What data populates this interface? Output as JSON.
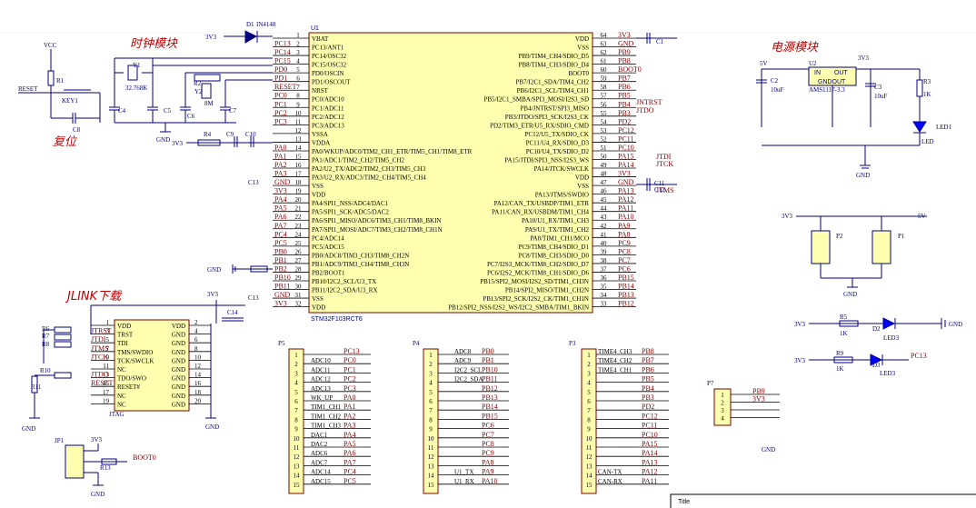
{
  "sections": {
    "clock": "时钟模块",
    "power": "电源模块",
    "reset": "复位",
    "jlink": "JLINK下载"
  },
  "mcu": {
    "ref": "U1",
    "part": "STM32F103RCT6",
    "left_pins": [
      [
        "1",
        "VBAT"
      ],
      [
        "2",
        "PC13/ANT1"
      ],
      [
        "3",
        "PC14/OSC32"
      ],
      [
        "4",
        "PC15/OSC32"
      ],
      [
        "5",
        "PD0/OSCIN"
      ],
      [
        "6",
        "PD1/OSCOUT"
      ],
      [
        "7",
        "NRST"
      ],
      [
        "8",
        "PC0/ADC10"
      ],
      [
        "9",
        "PC1/ADC11"
      ],
      [
        "10",
        "PC2/ADC12"
      ],
      [
        "11",
        "PC3/ADC13"
      ],
      [
        "12",
        "VSSA"
      ],
      [
        "13",
        "VDDA"
      ],
      [
        "14",
        "PA0/WKUP/ADC0/TIM2_CH1_ETR/TIM5_CH1/TIM8_ETR"
      ],
      [
        "15",
        "PA1/ADC1/TIM2_CH2/TIM5_CH2"
      ],
      [
        "16",
        "PA2/U2_TX/ADC2/TIM2_CH3/TIM5_CH3"
      ],
      [
        "17",
        "PA3/U2_RX/ADC3/TIM2_CH4/TIM5_CH4"
      ],
      [
        "18",
        "VSS"
      ],
      [
        "19",
        "VDD"
      ],
      [
        "20",
        "PA4/SPI1_NSS/ADC4/DAC1"
      ],
      [
        "21",
        "PA5/SPI1_SCK/ADC5/DAC2"
      ],
      [
        "22",
        "PA6/SPI1_MISO/ADC6/TIM3_CH1/TIM8_BKIN"
      ],
      [
        "23",
        "PA7/SPI1_MOSI/ADC7/TIM3_CH2/TIM8_CH1N"
      ],
      [
        "24",
        "PC4/ADC14"
      ],
      [
        "25",
        "PC5/ADC15"
      ],
      [
        "26",
        "PB0/ADC8/TIM3_CH3/TIM8_CH2N"
      ],
      [
        "27",
        "PB1/ADC9/TIM3_CH4/TIM8_CH3N"
      ],
      [
        "28",
        "PB2/BOOT1"
      ],
      [
        "29",
        "PB10/I2C2_SCL/U3_TX"
      ],
      [
        "30",
        "PB11/I2C2_SDA/U3_RX"
      ],
      [
        "31",
        "VSS"
      ],
      [
        "32",
        "VDD"
      ]
    ],
    "right_pins": [
      [
        "64",
        "VDD"
      ],
      [
        "63",
        "VSS"
      ],
      [
        "62",
        "PB9/TIM4_CH4/SDIO_D5"
      ],
      [
        "61",
        "PB8/TIM4_CH3/SDIO_D4"
      ],
      [
        "60",
        "BOOT0"
      ],
      [
        "59",
        "PB7/I2C1_SDA/TIM4_CH2"
      ],
      [
        "58",
        "PB6/I2C1_SCL/TIM4_CH1"
      ],
      [
        "57",
        "PB5/I2C1_SMBA/SPI3_MOSI/I2S3_SD"
      ],
      [
        "56",
        "PB4/JNTRST/SPI3_MISO"
      ],
      [
        "55",
        "PB3/JTDO/SPI3_SCK/I2S3_CK"
      ],
      [
        "54",
        "PD2/TIM3_ETR/U5_RX/SDIO_CMD"
      ],
      [
        "53",
        "PC12/U5_TX/SDIO_CK"
      ],
      [
        "52",
        "PC11/U4_RX/SDIO_D3"
      ],
      [
        "51",
        "PC10/U4_TX/SDIO_D2"
      ],
      [
        "50",
        "PA15/JTDI/SPI3_NSS/I2S3_WS"
      ],
      [
        "49",
        "PA14/JTCK/SWCLK"
      ],
      [
        "48",
        "VDD"
      ],
      [
        "47",
        "VSS"
      ],
      [
        "46",
        "PA13/JTMS/SWDIO"
      ],
      [
        "45",
        "PA12/CAN_TX/USBDP/TIM1_ETR"
      ],
      [
        "44",
        "PA11/CAN_RX/USBDM/TIM1_CH4"
      ],
      [
        "43",
        "PA10/U1_RX/TIM1_CH3"
      ],
      [
        "42",
        "PA9/U1_TX/TIM1_CH2"
      ],
      [
        "41",
        "PA8/TIM1_CH1/MCO"
      ],
      [
        "40",
        "PC9/TIM8_CH4/SDIO_D1"
      ],
      [
        "39",
        "PC8/TIM8_CH3/SDIO_D0"
      ],
      [
        "38",
        "PC7/I2S3_MCK/TIM8_CH2/SDIO_D7"
      ],
      [
        "37",
        "PC6/I2S2_MCK/TIM8_CH1/SDIO_D6"
      ],
      [
        "36",
        "PB15/SPI2_MOSI/I2S2_SD/TIM1_CH3N"
      ],
      [
        "35",
        "PB14/SPI2_MISO/TIM1_CH2N"
      ],
      [
        "34",
        "PB13/SPI2_SCK/I2S2_CK/TIM1_CH1N"
      ],
      [
        "33",
        "PB12/SPI2_NSS/I2S2_WS/I2C2_SMBA/TIM1_BKIN"
      ]
    ],
    "left_nets": [
      "",
      "PC13",
      "PC14",
      "PC15",
      "PD0",
      "PD1",
      "RESET",
      "PC0",
      "PC1",
      "PC2",
      "PC3",
      "",
      "",
      "PA0",
      "PA1",
      "PA2",
      "PA3",
      "GND",
      "3V3",
      "PA4",
      "PA5",
      "PA6",
      "PA7",
      "PC4",
      "PC5",
      "PB0",
      "PB1",
      "PB2",
      "PB10",
      "PB11",
      "GND",
      "3V3"
    ],
    "right_nets": [
      "3V3",
      "GND",
      "PB9",
      "PB8",
      "BOOT0",
      "PB7",
      "PB6",
      "PB5",
      "PB4",
      "PB3",
      "PD2",
      "PC12",
      "PC11",
      "PC10",
      "PA15",
      "PA14",
      "3V3",
      "GND",
      "PA13",
      "PA12",
      "PA11",
      "PA10",
      "PA9",
      "PA8",
      "PC9",
      "PC8",
      "PC7",
      "PC6",
      "PB15",
      "PB14",
      "PB13",
      "PB12"
    ]
  },
  "labels": {
    "vcc": "VCC",
    "reset": "RESET",
    "r1": "R1",
    "key1": "KEY1",
    "c8": "C8",
    "v3v3": "3V3",
    "d1": "D1",
    "d1_part": "IN4148",
    "y1": "Y1",
    "y1_freq": "32.768K",
    "y2": "Y2",
    "y2_freq": "8M",
    "r2": "R2",
    "c4": "C4",
    "c5": "C5",
    "c6": "C6",
    "c7": "C7",
    "r4": "R4",
    "c9": "C9",
    "c10": "C10",
    "gnd": "GND",
    "c1": "C1",
    "c11": "C11",
    "c12": "C12",
    "c13": "C13",
    "c14": "C14",
    "jntrst": "JNTRST",
    "jtdo": "JTDO",
    "jtdi": "JTDI",
    "jtck": "JTCK",
    "jtms": "JTMS",
    "u2": "U2",
    "u2_in": "IN",
    "u2_out": "OUT",
    "u2_gnd": "GNDOUT",
    "u2_part": "AMS1117-3.3",
    "v5": "5V",
    "c2": "C2",
    "c2_val": "10uF",
    "c3": "C3",
    "c3_val": "10uF",
    "r3": "R3",
    "r3_val": "1K",
    "led1": "LED1",
    "led": "LED",
    "p1": "P1",
    "p2": "P2",
    "r5": "R5",
    "r5_val": "1K",
    "d2": "D2",
    "led2": "LED3",
    "r9": "R9",
    "r9_val": "1K",
    "d3": "D3",
    "led3": "LED3",
    "pc13": "PC13",
    "p7": "P7",
    "jp1": "JP1",
    "r13": "R13",
    "boot0": "BOOT0",
    "jtag": "JTAG",
    "r11": "R11",
    "r6": "R6",
    "r7": "R7",
    "r8": "R8",
    "r10": "R10",
    "title": "Title"
  },
  "jtag": {
    "left": [
      "VDD",
      "TRST",
      "TDI",
      "TMS/SWDIO",
      "TCK/SWCLK",
      "NC",
      "TDO/SWO",
      "RESET#",
      "NC",
      "NC"
    ],
    "right": [
      "VDD",
      "GND",
      "GND",
      "GND",
      "GND",
      "GND",
      "GND",
      "GND",
      "GND",
      "GND"
    ],
    "nums_left": [
      "1",
      "3",
      "5",
      "7",
      "9",
      "11",
      "13",
      "15",
      "17",
      "19"
    ],
    "nums_right": [
      "2",
      "4",
      "6",
      "8",
      "10",
      "12",
      "14",
      "16",
      "18",
      "20"
    ],
    "signals": [
      "JTRST",
      "JTDI",
      "JTMS",
      "JTCK",
      "JTDO",
      "RESET"
    ]
  },
  "headers": {
    "p5": {
      "ref": "P5",
      "nets": [
        "PC13",
        "PC0",
        "PC1",
        "PC2",
        "PC3",
        "PA0",
        "PA1",
        "PA2",
        "PA3",
        "PA4",
        "PA5",
        "PA6",
        "PA7",
        "PC4",
        "PC5"
      ],
      "labels": [
        "",
        "ADC10",
        "ADC11",
        "ADC12",
        "ADC13",
        "WK_UP",
        "TIM1_CH1",
        "TIM1_CH2",
        "TIM1_CH3",
        "DAC1",
        "DAC2",
        "ADC6",
        "ADC7",
        "ADC14",
        "ADC15"
      ]
    },
    "p4": {
      "ref": "P4",
      "nets": [
        "PB0",
        "PB1",
        "PB10",
        "PB11",
        "PB12",
        "PB13",
        "PB14",
        "PB15",
        "PC6",
        "PC7",
        "PC8",
        "PC9",
        "PA8",
        "PA9",
        "PA10"
      ],
      "labels": [
        "ADC8",
        "ADC9",
        "I2C2_SCL",
        "I2C2_SDA",
        "",
        "",
        "",
        "",
        "",
        "",
        "",
        "",
        "",
        "U1_TX",
        "U1_RX"
      ]
    },
    "p3": {
      "ref": "P3",
      "nets": [
        "PB8",
        "PB7",
        "PB6",
        "PB5",
        "PB4",
        "PB3",
        "PD2",
        "PC12",
        "PC11",
        "PC10",
        "PA15",
        "PA14",
        "PA13",
        "PA12",
        "PA11"
      ],
      "labels": [
        "TIME4_CH3",
        "TIME4_CH2",
        "TIME4_CH1",
        "",
        "",
        "",
        "",
        "",
        "",
        "",
        "",
        "",
        "",
        "CAN-TX",
        "CAN-RX"
      ]
    },
    "p7": {
      "ref": "P7",
      "nets": [
        "PB9",
        "3V3",
        "",
        ""
      ]
    }
  }
}
